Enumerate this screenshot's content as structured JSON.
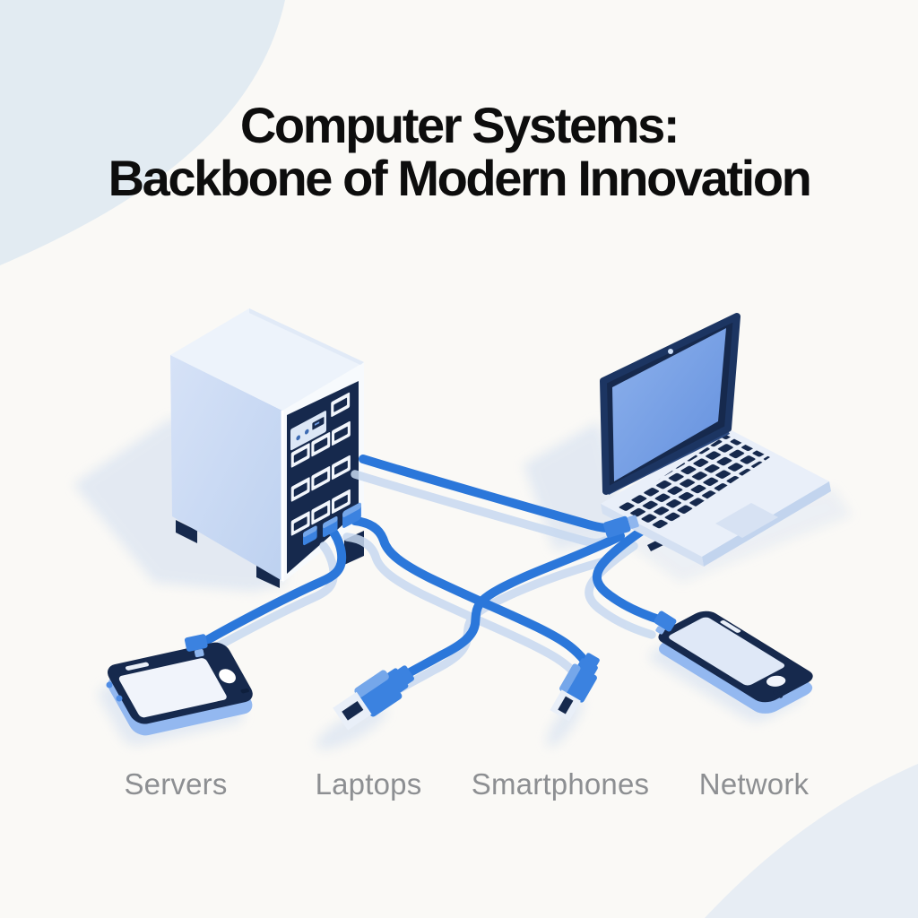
{
  "title": {
    "line1": "Computer Systems:",
    "line2": "Backbone of Modern Innovation"
  },
  "captions": [
    {
      "text": "Servers"
    },
    {
      "text": "Laptops"
    },
    {
      "text": "Smartphones"
    },
    {
      "text": "Network"
    }
  ],
  "palette": {
    "bg": "#faf9f6",
    "blob-top-left": "#e2ebf2",
    "blob-bottom-right": "#e7edf4",
    "title-color": "#0d0d0d",
    "label-color": "#8d8f92",
    "cable-blue": "#2b77da",
    "cable-shadow": "#c7d9f0",
    "accent-blue": "#3b82e0",
    "accent-blue-light": "#8fb6ee",
    "navy": "#16294d",
    "device-shadow": "#d9e3f1",
    "server-left": "#c8daf3",
    "server-top": "#edf3fb",
    "server-face": "#f7fafd",
    "port-white": "#f2f6fc",
    "panel-light": "#dce7f6",
    "led": "#3c6ab2",
    "screen-blue": "#76a3e8",
    "laptop-base": "#e9eff9",
    "laptop-lip": "#c2d4ee",
    "hinge": "#2c4a80",
    "trackpad": "#d7e2f3",
    "screen-white": "#f1f4fb",
    "screen-soft": "#dfe8f7",
    "phone-side": "#93b8f0",
    "metal": "#e9eff8"
  },
  "diagram": {
    "type": "isometric-network-illustration",
    "nodes": [
      {
        "id": "server-tower",
        "kind": "server rack with port panel"
      },
      {
        "id": "laptop",
        "kind": "open laptop with blue screen"
      },
      {
        "id": "smartphone-left",
        "kind": "smartphone lying flat"
      },
      {
        "id": "smartphone-right",
        "kind": "smartphone lying flat"
      },
      {
        "id": "usb-connector-left",
        "kind": "loose USB cable connector"
      },
      {
        "id": "usb-connector-right",
        "kind": "loose USB cable connector"
      }
    ],
    "connections": [
      {
        "from": "server-tower",
        "to": "laptop"
      },
      {
        "from": "server-tower",
        "to": "smartphone-left"
      },
      {
        "from": "server-tower",
        "to": "usb-connector-right"
      },
      {
        "from": "usb-connector-left",
        "to": "laptop"
      },
      {
        "from": "laptop",
        "to": "smartphone-right"
      }
    ]
  }
}
